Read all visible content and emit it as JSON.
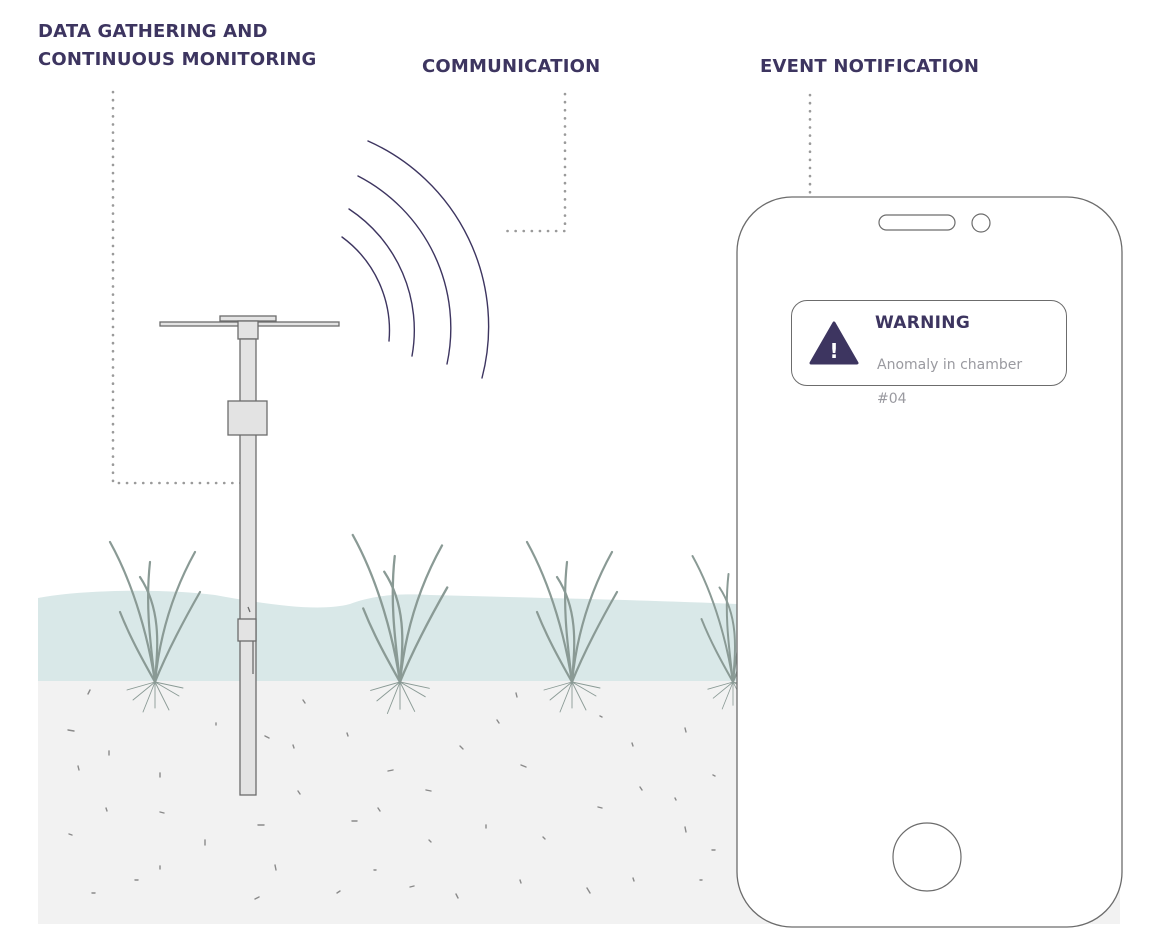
{
  "labels": {
    "data_gathering_line1": "DATA GATHERING AND",
    "data_gathering_line2": "CONTINUOUS MONITORING",
    "communication": "COMMUNICATION",
    "event_notification": "EVENT NOTIFICATION"
  },
  "notification": {
    "title": "WARNING",
    "body_line1": "Anomaly in chamber",
    "body_line2": "#04",
    "icon": "warning-triangle-icon",
    "icon_glyph": "!"
  },
  "colors": {
    "label_text": "#3d3560",
    "water": "#d9e8e8",
    "soil": "#f2f2f2",
    "plant": "#8a9a95",
    "signal_wave": "#3d3560",
    "outline": "#6c6c6c",
    "dotted_line": "#9a9a9a"
  }
}
